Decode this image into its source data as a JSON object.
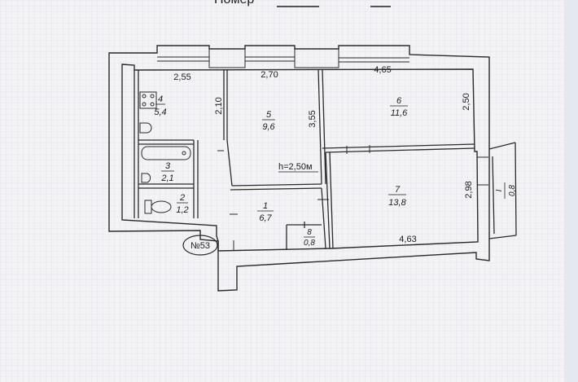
{
  "plan": {
    "header_text": "Номер",
    "apartment_label": "№53",
    "ceiling_height": "h=2,50м",
    "rooms": [
      {
        "id": "4",
        "area": "5,4"
      },
      {
        "id": "5",
        "area": "9,6"
      },
      {
        "id": "6",
        "area": "11,6"
      },
      {
        "id": "3",
        "area": "2,1"
      },
      {
        "id": "2",
        "area": "1,2"
      },
      {
        "id": "1",
        "area": "6,7"
      },
      {
        "id": "8",
        "area": "0,8"
      },
      {
        "id": "7",
        "area": "13,8"
      },
      {
        "id": "I",
        "area": "0,8"
      }
    ],
    "dimensions": {
      "room4_width": "2,55",
      "room4_height": "2,10",
      "room5_width": "2,70",
      "room5_height": "3,55",
      "room6_width": "4,65",
      "room6_height": "2,50",
      "room7_width": "4,63",
      "room7_height": "2,98"
    }
  },
  "colors": {
    "paper": "#f4f4f6",
    "grid": "#cfd3e2",
    "wall": "#2a2a2a",
    "background": "#3f4a6a"
  }
}
